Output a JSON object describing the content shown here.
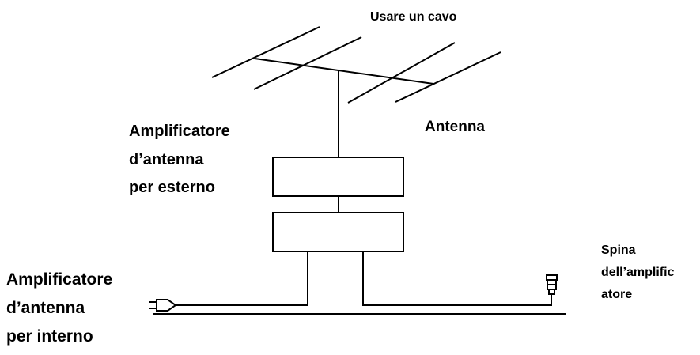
{
  "labels": {
    "cable": "Usare un cavo",
    "antenna": "Antenna",
    "outdoor_amplifier": [
      "Amplificatore",
      "d’antenna",
      "per esterno"
    ],
    "indoor_amplifier": [
      "Amplificatore",
      "d’antenna",
      "per interno"
    ],
    "amplifier_plug": [
      "Spina",
      "dell’amplific",
      "atore"
    ]
  },
  "colors": {
    "line": "#000000",
    "background": "#ffffff",
    "text": "#000000"
  }
}
